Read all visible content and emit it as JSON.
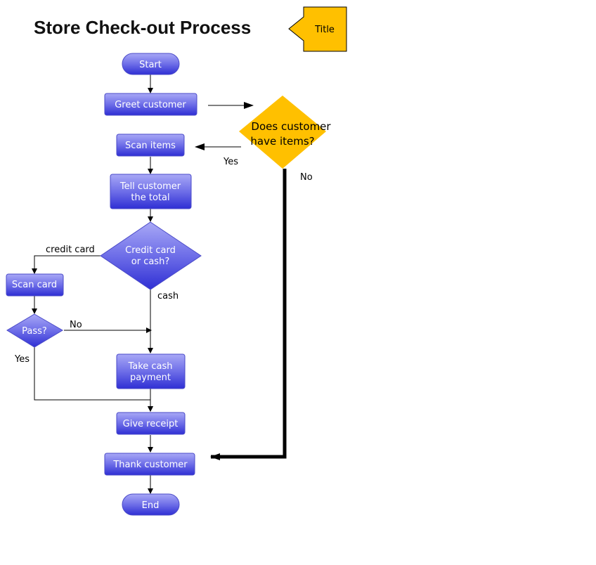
{
  "title": "Store Check-out Process",
  "callout": "Title",
  "colors": {
    "node_top": "#9b9bf3",
    "node_bottom": "#3030d6",
    "node_border": "#5a5ad0",
    "decision_yellow": "#ffc000",
    "callout_fill": "#ffc000",
    "edge": "#000000"
  },
  "nodes": {
    "start": "Start",
    "greet": "Greet customer",
    "items_q": [
      "Does customer",
      "have items?"
    ],
    "scan_items": "Scan items",
    "tell_total": [
      "Tell customer",
      "the total"
    ],
    "pay_q": [
      "Credit card",
      "or cash?"
    ],
    "scan_card": "Scan card",
    "pass_q": "Pass?",
    "cash": [
      "Take cash",
      "payment"
    ],
    "receipt": "Give receipt",
    "thank": "Thank customer",
    "end": "End"
  },
  "edge_labels": {
    "yes_items": "Yes",
    "no_items": "No",
    "credit": "credit card",
    "cash": "cash",
    "pass_no": "No",
    "pass_yes": "Yes"
  }
}
